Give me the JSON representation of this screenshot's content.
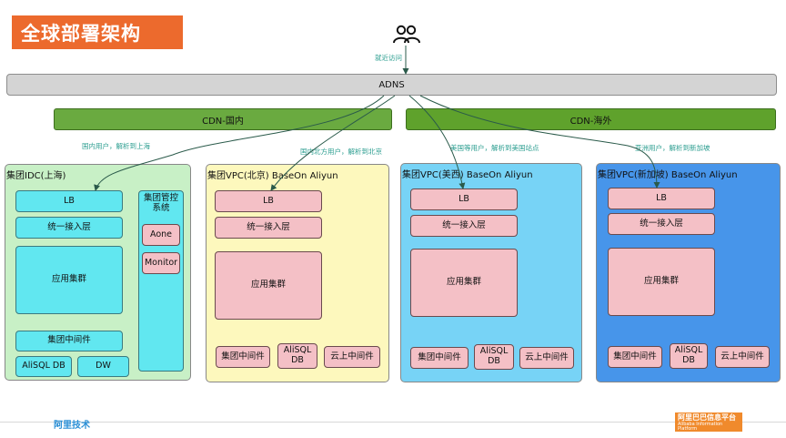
{
  "title": "全球部署架构",
  "access_label": "就近访问",
  "adns": "ADNS",
  "cdn": {
    "cn": "CDN-国内",
    "overseas": "CDN-海外"
  },
  "routes": {
    "shanghai": "国内用户，解析到上海",
    "beijing": "国内北方用户，解析到北京",
    "us": "美国等用户，解析到美国站点",
    "singapore": "亚洲用户，解析到新加坡"
  },
  "regions": {
    "shanghai": {
      "title": "集团IDC(上海)",
      "lb": "LB",
      "gateway": "统一接入层",
      "app": "应用集群",
      "middleware": "集团中间件",
      "db": "AliSQL DB",
      "dw": "DW",
      "mgmt": {
        "title": "集团管控系统",
        "aone": "Aone",
        "monitor": "Monitor"
      }
    },
    "beijing": {
      "title": "集团VPC(北京) BaseOn Aliyun",
      "lb": "LB",
      "gateway": "统一接入层",
      "app": "应用集群",
      "middleware": "集团中间件",
      "db": "AliSQL DB",
      "cloud_mw": "云上中间件"
    },
    "us": {
      "title": "集团VPC(美西) BaseOn Aliyun",
      "lb": "LB",
      "gateway": "统一接入层",
      "app": "应用集群",
      "middleware": "集团中间件",
      "db": "AliSQL DB",
      "cloud_mw": "云上中间件"
    },
    "singapore": {
      "title": "集团VPC(新加坡) BaseOn Aliyun",
      "lb": "LB",
      "gateway": "统一接入层",
      "app": "应用集群",
      "middleware": "集团中间件",
      "db": "AliSQL DB",
      "cloud_mw": "云上中间件"
    }
  },
  "footer": {
    "left_logo": "阿里技术",
    "right_logo_main": "阿里巴巴信息平台",
    "right_logo_sub": "Alibaba Information Platform"
  },
  "colors": {
    "title_bg": "#ec6a2d",
    "adns": "#d4d4d4",
    "cdn_cn": "#6aaa40",
    "cdn_overseas": "#5fa22c",
    "shanghai_bg": "#c8f0c6",
    "beijing_bg": "#fdf8bd",
    "us_bg": "#77d3f6",
    "singapore_bg": "#4795ea",
    "cyan_box": "#61e7f0",
    "pink_box": "#f4c0c6",
    "arrow": "#2a5a4a"
  },
  "icons": {
    "users": "users-icon"
  }
}
